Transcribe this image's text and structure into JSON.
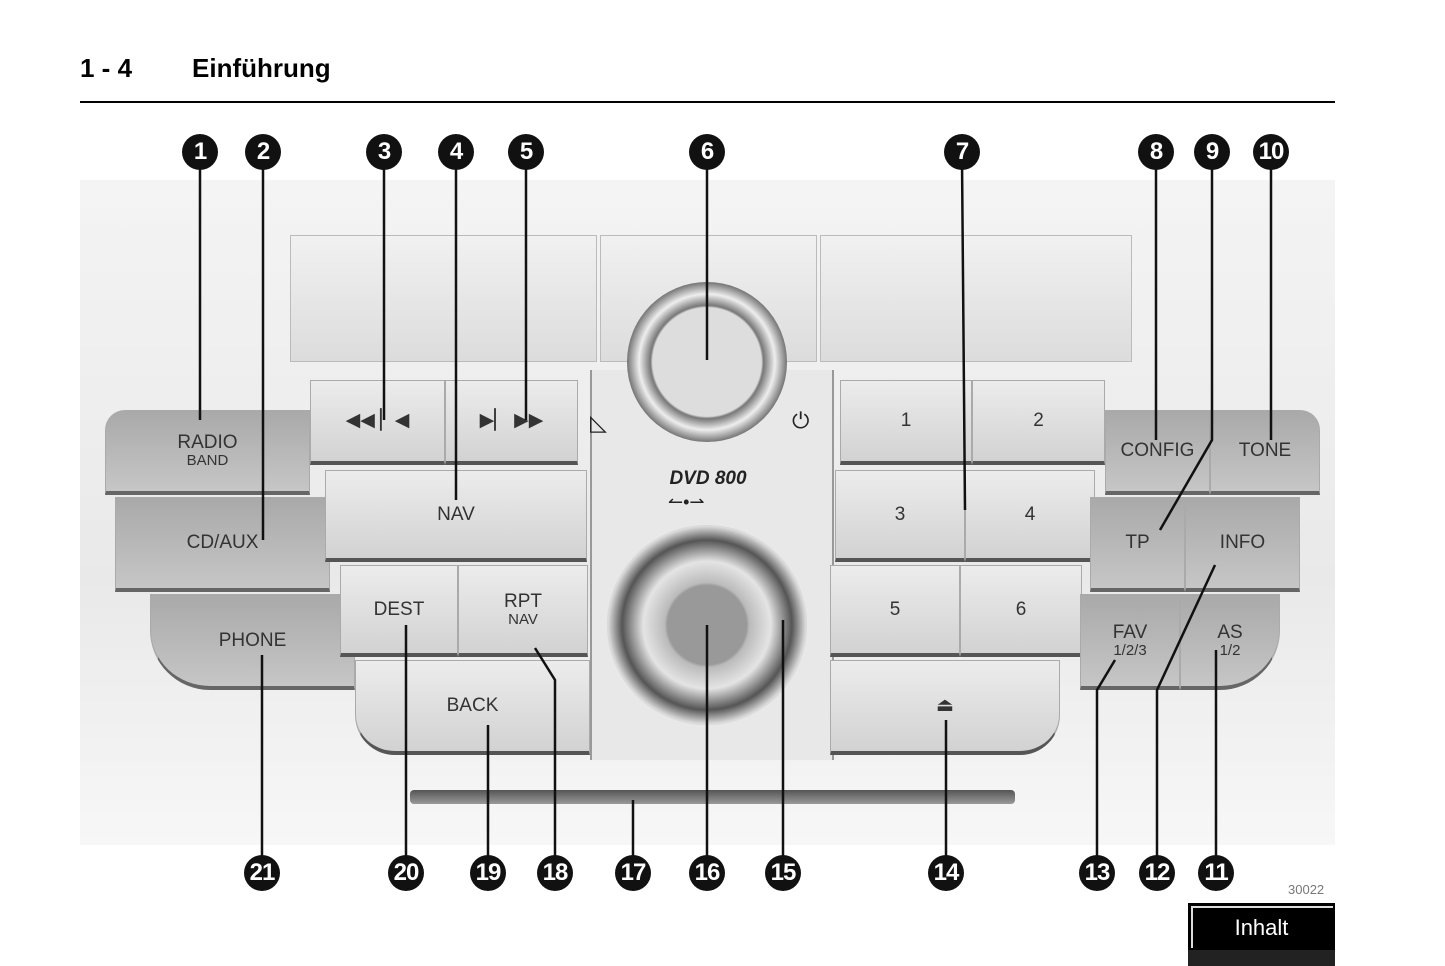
{
  "header": {
    "page_number": "1 - 4",
    "title": "Einführung"
  },
  "figure": {
    "model_label": "DVD 800",
    "figure_id": "30022",
    "buttons": {
      "radio": "RADIO",
      "radio_sub": "BAND",
      "cdaux": "CD/AUX",
      "phone": "PHONE",
      "prev": "◀◀ ▏◀",
      "next": "▶▏ ▶▶",
      "nav": "NAV",
      "dest": "DEST",
      "rpt": "RPT",
      "rpt_sub": "NAV",
      "back": "BACK",
      "p1": "1",
      "p2": "2",
      "p3": "3",
      "p4": "4",
      "p5": "5",
      "p6": "6",
      "eject": "⏏",
      "config": "CONFIG",
      "tone": "TONE",
      "tp": "TP",
      "info": "INFO",
      "fav": "FAV",
      "fav_sub": "1/2/3",
      "as": "AS",
      "as_sub": "1/2"
    },
    "callouts_top": [
      "1",
      "2",
      "3",
      "4",
      "5",
      "6",
      "7",
      "8",
      "9",
      "10"
    ],
    "callouts_bottom": [
      "21",
      "20",
      "19",
      "18",
      "17",
      "16",
      "15",
      "14",
      "13",
      "12",
      "11"
    ]
  },
  "nav": {
    "contents_button": "Inhalt"
  }
}
